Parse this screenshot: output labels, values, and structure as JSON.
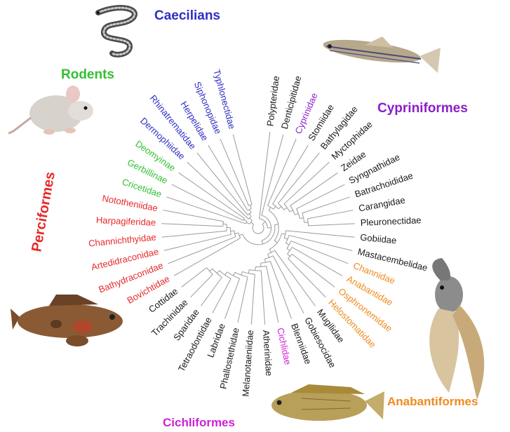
{
  "colors": {
    "caecilians": "#2f2fc4",
    "rodents": "#33c033",
    "perciformes": "#e8282a",
    "cypriniformes": "#8a1ec8",
    "anabantiformes": "#ef8a1e",
    "cichliformes": "#d01fd8",
    "other": "#1a1a1a",
    "branch": "#9a9a9a"
  },
  "groups": {
    "caecilians": "Caecilians",
    "rodents": "Rodents",
    "perciformes": "Perciformes",
    "cypriniformes": "Cypriniformes",
    "anabantiformes": "Anabantiformes",
    "cichliformes": "Cichliformes"
  },
  "taxa": [
    {
      "name": "Polypteridae",
      "clade": "other"
    },
    {
      "name": "Denticipitidae",
      "clade": "other"
    },
    {
      "name": "Cyprinidae",
      "clade": "cypriniformes"
    },
    {
      "name": "Stomiidae",
      "clade": "other"
    },
    {
      "name": "Bathylagidae",
      "clade": "other"
    },
    {
      "name": "Myctophidae",
      "clade": "other"
    },
    {
      "name": "Zeidae",
      "clade": "other"
    },
    {
      "name": "Syngnathidae",
      "clade": "other"
    },
    {
      "name": "Batrachoididae",
      "clade": "other"
    },
    {
      "name": "Carangidae",
      "clade": "other"
    },
    {
      "name": "Pleuronectidae",
      "clade": "other"
    },
    {
      "name": "Gobiidae",
      "clade": "other"
    },
    {
      "name": "Mastacembelidae",
      "clade": "other"
    },
    {
      "name": "Channidae",
      "clade": "anabantiformes"
    },
    {
      "name": "Anabantidae",
      "clade": "anabantiformes"
    },
    {
      "name": "Osphronemidae",
      "clade": "anabantiformes"
    },
    {
      "name": "Helostomatidae",
      "clade": "anabantiformes"
    },
    {
      "name": "Mugilidae",
      "clade": "other"
    },
    {
      "name": "Gobiesocidae",
      "clade": "other"
    },
    {
      "name": "Blenniidae",
      "clade": "other"
    },
    {
      "name": "Cichlidae",
      "clade": "cichliformes"
    },
    {
      "name": "Atherinidae",
      "clade": "other"
    },
    {
      "name": "Melanotaeniidae",
      "clade": "other"
    },
    {
      "name": "Phallostethidae",
      "clade": "other"
    },
    {
      "name": "Labridae",
      "clade": "other"
    },
    {
      "name": "Tetraodontidae",
      "clade": "other"
    },
    {
      "name": "Sparidae",
      "clade": "other"
    },
    {
      "name": "Trachinidae",
      "clade": "other"
    },
    {
      "name": "Cottidae",
      "clade": "other"
    },
    {
      "name": "Bovichtidae",
      "clade": "perciformes"
    },
    {
      "name": "Bathydraconidae",
      "clade": "perciformes"
    },
    {
      "name": "Artedidraconidae",
      "clade": "perciformes"
    },
    {
      "name": "Channichthyidae",
      "clade": "perciformes"
    },
    {
      "name": "Harpagiferidae",
      "clade": "perciformes"
    },
    {
      "name": "Nototheniidae",
      "clade": "perciformes"
    },
    {
      "name": "Cricetidae",
      "clade": "rodents"
    },
    {
      "name": "Gerbillinae",
      "clade": "rodents"
    },
    {
      "name": "Deomyinae",
      "clade": "rodents"
    },
    {
      "name": "Dermophiidae",
      "clade": "caecilians"
    },
    {
      "name": "Rhinatrematidae",
      "clade": "caecilians"
    },
    {
      "name": "Herpelidae",
      "clade": "caecilians"
    },
    {
      "name": "Siphonopidae",
      "clade": "caecilians"
    },
    {
      "name": "Typhlonectidae",
      "clade": "caecilians"
    }
  ],
  "illustrations": [
    "caecilian-illustration",
    "zebrafish-illustration",
    "mouse-illustration",
    "sculpin-illustration",
    "betta-illustration",
    "cichlid-illustration"
  ]
}
